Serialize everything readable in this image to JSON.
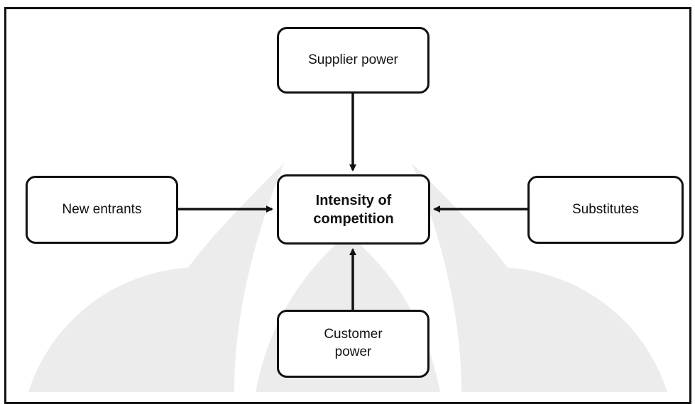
{
  "diagram": {
    "nodes": {
      "supplier": {
        "label": "Supplier power"
      },
      "entrants": {
        "label": "New entrants"
      },
      "center": {
        "line1": "Intensity of",
        "line2": "competition"
      },
      "substitutes": {
        "label": "Substitutes"
      },
      "customer": {
        "line1": "Customer",
        "line2": "power"
      }
    },
    "edges": [
      {
        "from": "supplier",
        "to": "center"
      },
      {
        "from": "entrants",
        "to": "center"
      },
      {
        "from": "substitutes",
        "to": "center"
      },
      {
        "from": "customer",
        "to": "center"
      }
    ]
  },
  "colors": {
    "stroke": "#111111",
    "watermark": "#e9e9e9"
  }
}
